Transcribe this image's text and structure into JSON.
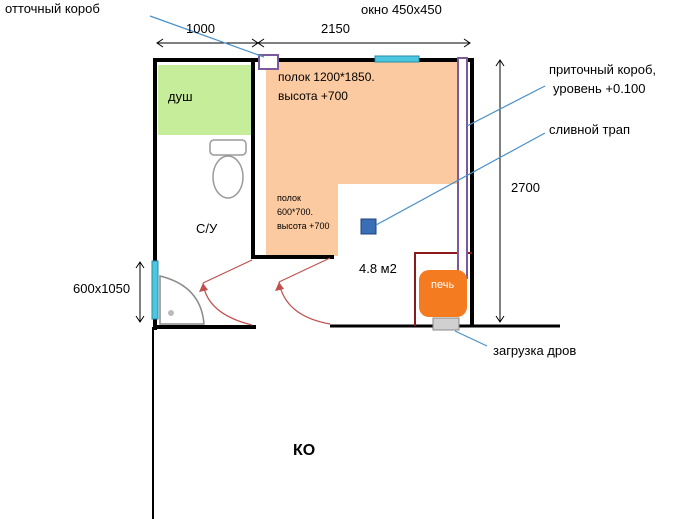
{
  "labels": {
    "exhaust_box": "отточный короб",
    "window": "окно 450x450",
    "dim_top_left": "1000",
    "dim_top_right": "2150",
    "shower": "душ",
    "upper_bench": "полок 1200*1850. высота +700",
    "supply_box_line1": "приточный короб,",
    "supply_box_line2": "уровень +0.100",
    "drain": "сливной трап",
    "dim_height": "2700",
    "lower_bench": "полок 600*700. высота +700",
    "bathroom": "С/У",
    "area": "4.8 м2",
    "stove": "печь",
    "door_size": "600x1050",
    "firewood_loading": "загрузка дров",
    "ko": "КО"
  },
  "colors": {
    "wall": "#000000",
    "shower_fill": "#c6ee9a",
    "bench_fill": "#fccaa0",
    "stove_fill": "#f47b20",
    "window_fill": "#4bc8e0",
    "drain_fill": "#3a6fb5",
    "pointer_line": "#4a90c8",
    "door_arc": "#c0504d",
    "vent_outline": "#7a5a9a"
  }
}
